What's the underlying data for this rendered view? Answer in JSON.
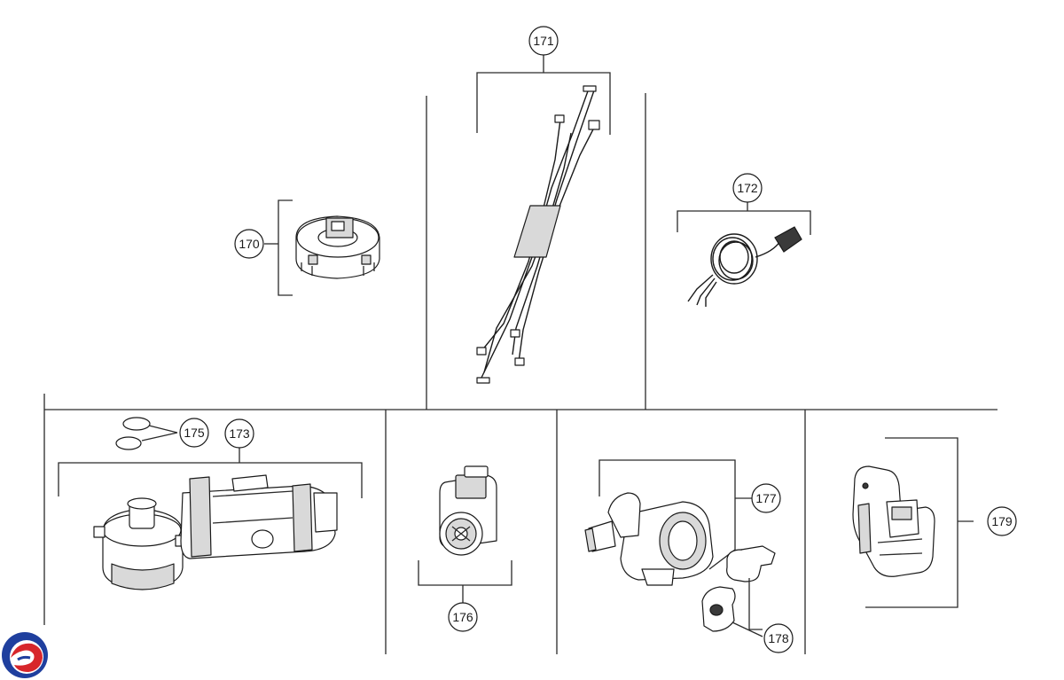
{
  "callouts": {
    "c170": "170",
    "c171": "171",
    "c172": "172",
    "c173": "173",
    "c175": "175",
    "c176": "176",
    "c177": "177",
    "c178": "178",
    "c179": "179"
  },
  "logo": {
    "name": "brand-logo",
    "colors": [
      "#1f3f9e",
      "#d7262b"
    ]
  }
}
